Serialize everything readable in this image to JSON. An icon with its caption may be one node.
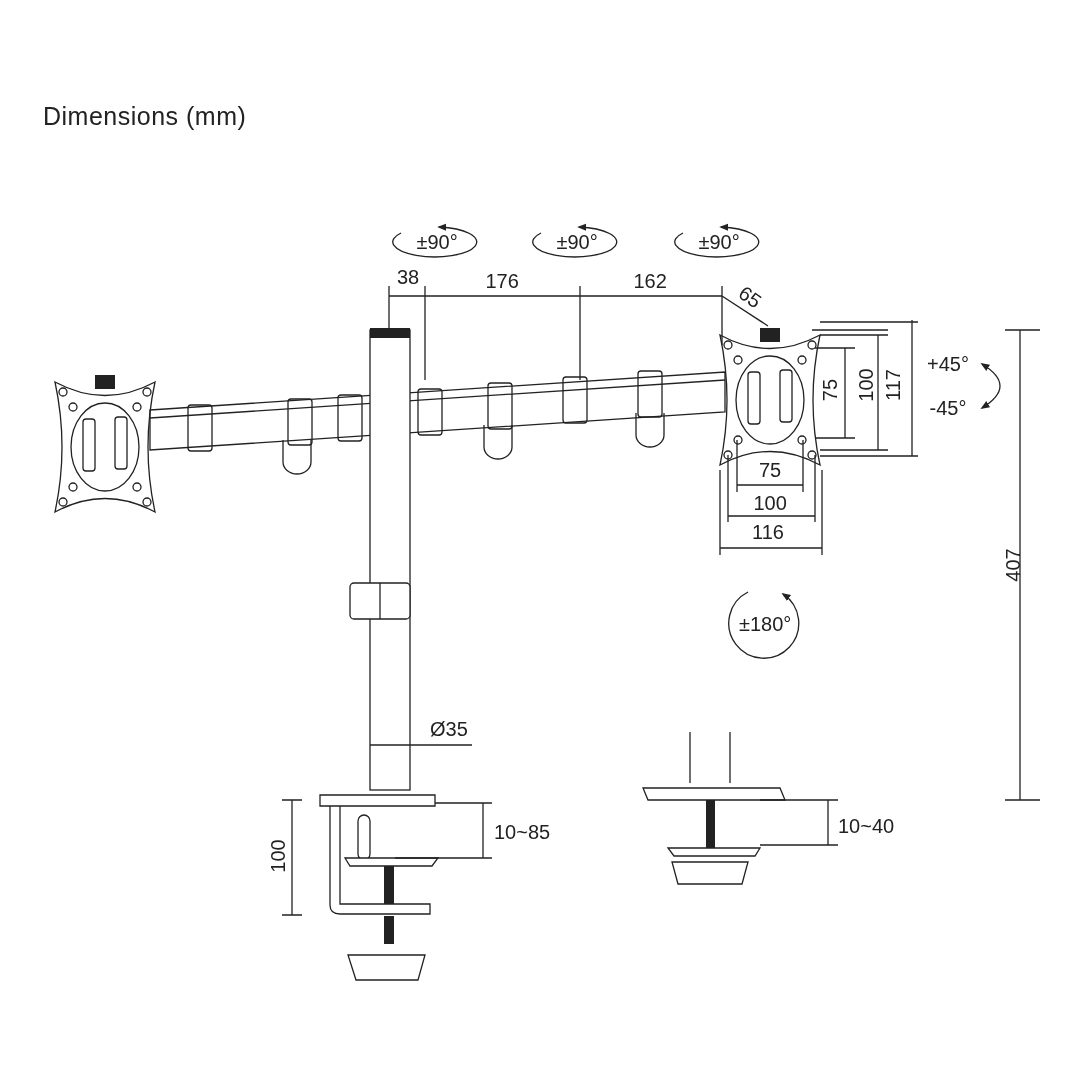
{
  "diagram": {
    "title": "Dimensions (mm)",
    "labels": [
      "±90°",
      "±90°",
      "±90°",
      "38",
      "176",
      "162",
      "65",
      "+45°",
      "75",
      "100",
      "117",
      "-45°",
      "75",
      "100",
      "116",
      "407",
      "±180°",
      "Ø35",
      "10~40",
      "10~85",
      "100"
    ]
  }
}
